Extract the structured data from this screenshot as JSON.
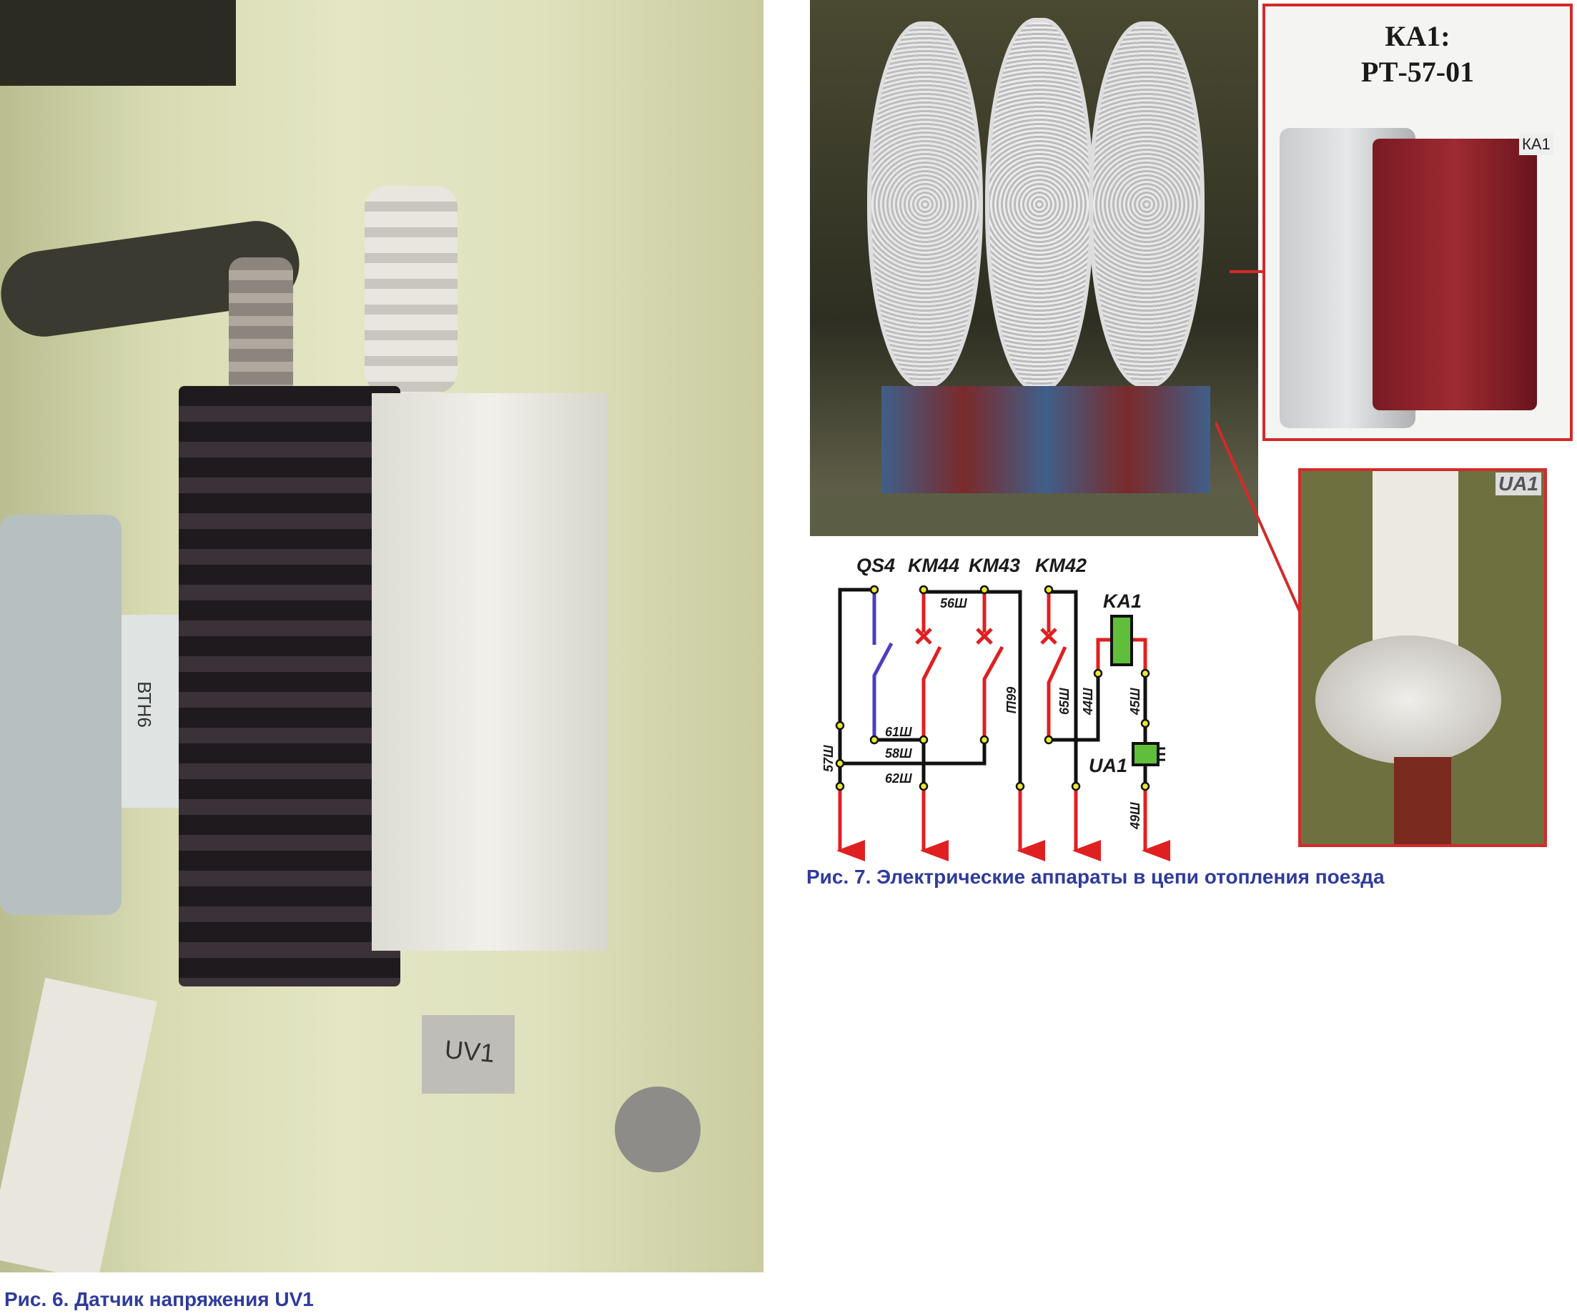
{
  "figure6": {
    "caption": "Рис. 6. Датчик напряжения UV1",
    "photo_labels": {
      "device_tag": "UV1",
      "side_tag": "ВТН6"
    }
  },
  "figure7": {
    "caption": "Рис. 7. Электрические аппараты в цепи отопления поезда",
    "callout_ka1": {
      "line1": "КА1:",
      "line2": "РТ-57-01",
      "tag": "КА1"
    },
    "callout_ua1": {
      "tag": "UA1"
    },
    "schematic": {
      "devices": {
        "qs4": "QS4",
        "km44": "KM44",
        "km43": "KM43",
        "km42": "KM42",
        "ka1": "KA1",
        "ua1": "UA1"
      },
      "wires": {
        "w56": "56Ш",
        "w57": "57Ш",
        "w58": "58Ш",
        "w61": "61Ш",
        "w62": "62Ш",
        "w65": "65Ш",
        "w66": "66Ш",
        "w44": "44Ш",
        "w45": "45Ш",
        "w49": "49Ш"
      }
    },
    "colors": {
      "power": "#e02020",
      "control": "#111111",
      "qs4": "#4a3fc0",
      "coil": "#5fbf3a",
      "callout": "#d32a2a"
    }
  }
}
